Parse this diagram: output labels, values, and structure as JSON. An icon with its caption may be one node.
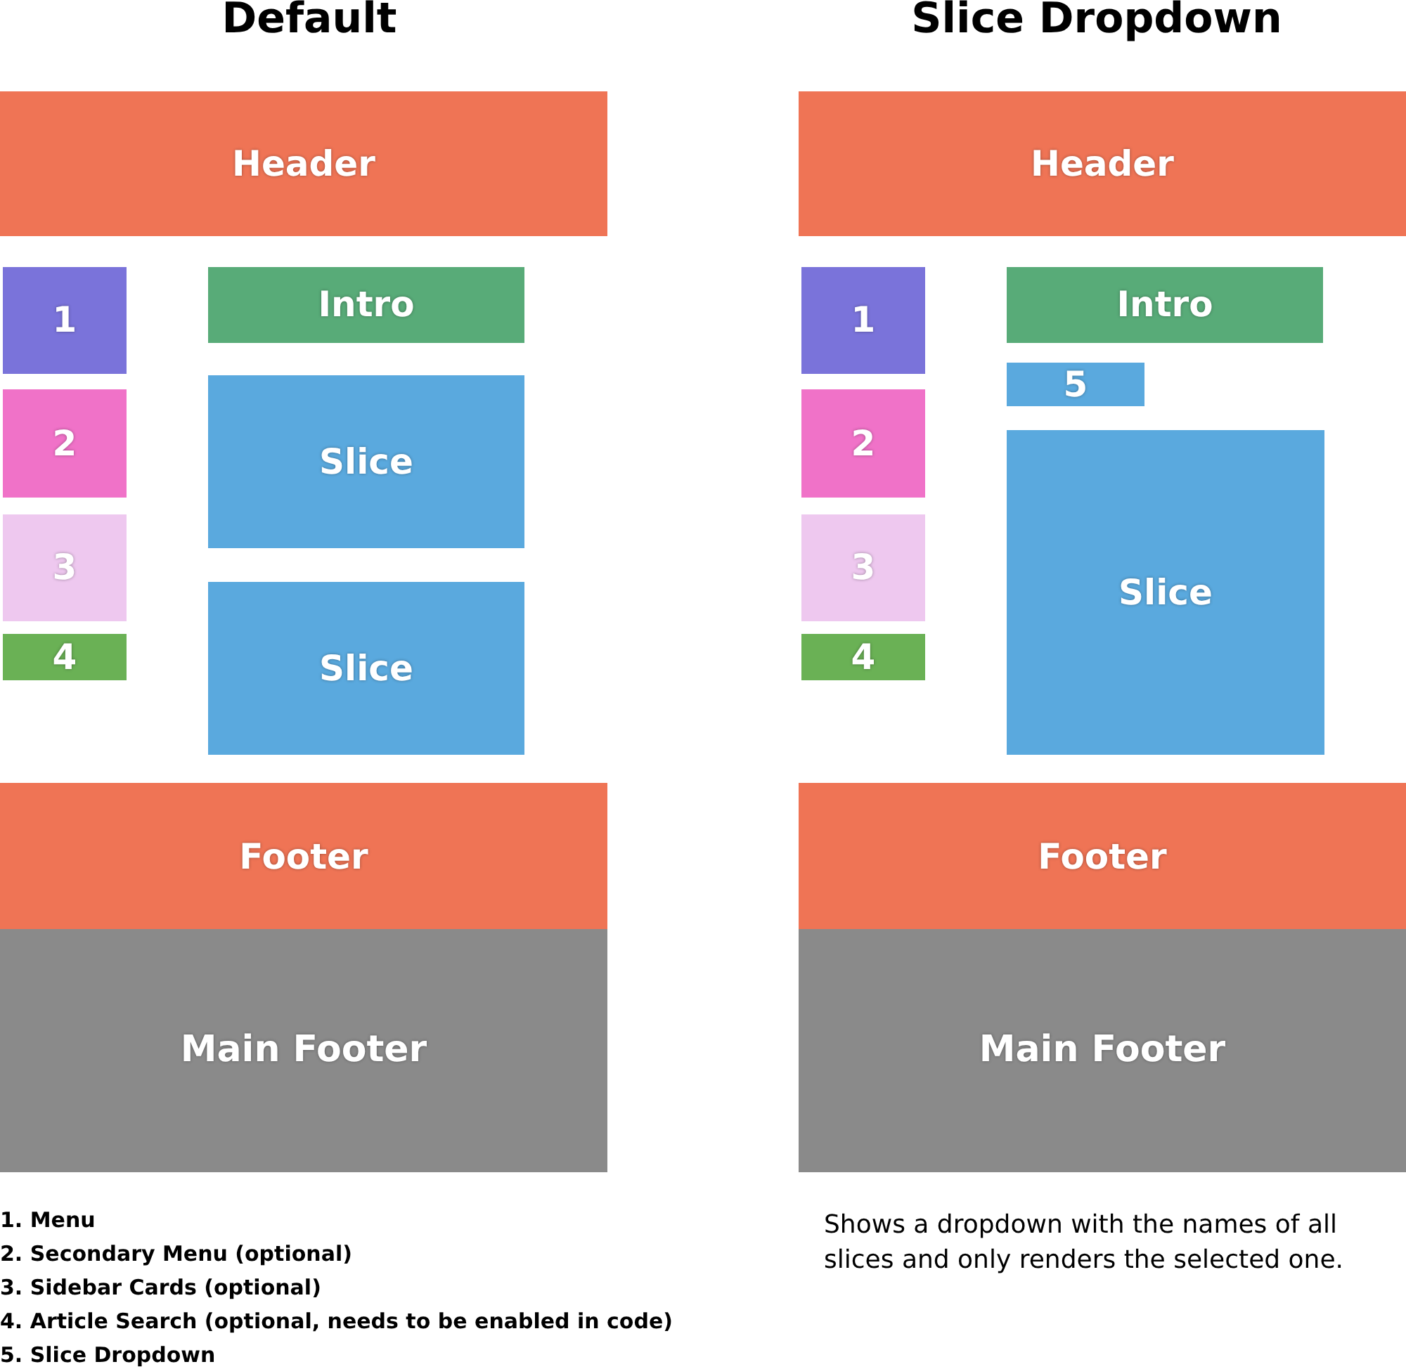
{
  "diagram": {
    "nodes": [
      {
        "text": [
          "Header"
        ]
      },
      {
        "text": [
          "1"
        ]
      },
      {
        "text": [
          "2"
        ]
      },
      {
        "text": [
          "3"
        ]
      },
      {
        "text": [
          "4"
        ]
      },
      {
        "text": [
          "Intro"
        ]
      },
      {
        "text": [
          "Slice"
        ]
      },
      {
        "text": [
          "Slice"
        ]
      },
      {
        "text": [
          "Footer"
        ]
      },
      {
        "text": [
          "Main Footer"
        ]
      },
      {
        "text": [
          "Header"
        ]
      },
      {
        "text": [
          "1"
        ]
      },
      {
        "text": [
          "2"
        ]
      },
      {
        "text": [
          "3"
        ]
      },
      {
        "text": [
          "4"
        ]
      },
      {
        "text": [
          "Intro"
        ]
      },
      {
        "text": [
          "5"
        ]
      },
      {
        "text": [
          "Slice"
        ]
      },
      {
        "text": [
          "Footer"
        ]
      },
      {
        "text": [
          "Main Footer"
        ]
      }
    ],
    "edges": [],
    "labels": [
      "Default",
      "Slice Dropdown",
      "1. Menu",
      "2. Secondary Menu (optional)",
      "3. Sidebar Cards (optional)",
      "4. Article Search (optional, needs to be enabled in code)",
      "5. Slice Dropdown",
      "Shows a dropdown with the names of all slices and only renders the selected one."
    ]
  }
}
